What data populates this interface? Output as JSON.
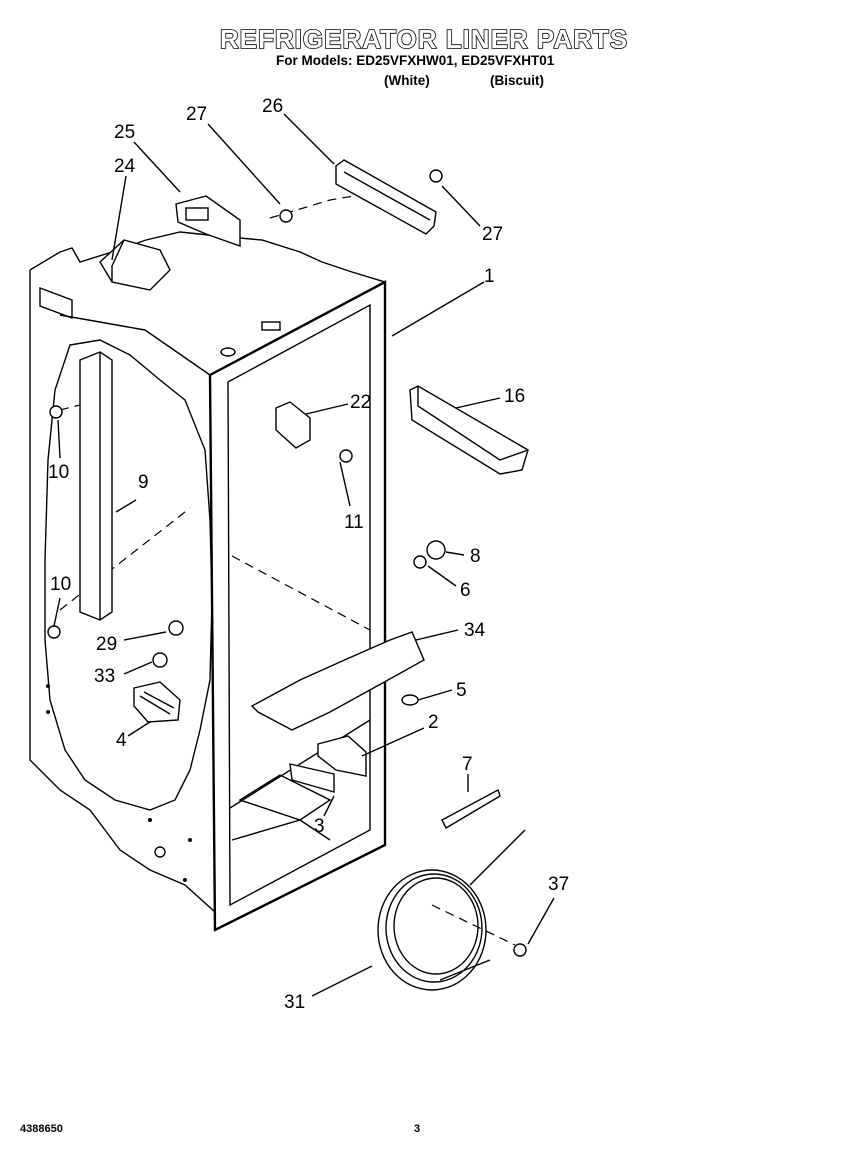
{
  "header": {
    "title": "REFRIGERATOR LINER PARTS",
    "models_line": "For Models: ED25VFXHW01, ED25VFXHT01",
    "variant_white": "(White)",
    "variant_biscuit": "(Biscuit)"
  },
  "parts": [
    {
      "id": "1",
      "label": "1"
    },
    {
      "id": "2",
      "label": "2"
    },
    {
      "id": "3",
      "label": "3"
    },
    {
      "id": "4",
      "label": "4"
    },
    {
      "id": "5",
      "label": "5"
    },
    {
      "id": "6",
      "label": "6"
    },
    {
      "id": "7",
      "label": "7"
    },
    {
      "id": "8",
      "label": "8"
    },
    {
      "id": "9",
      "label": "9"
    },
    {
      "id": "10a",
      "label": "10"
    },
    {
      "id": "10b",
      "label": "10"
    },
    {
      "id": "11",
      "label": "11"
    },
    {
      "id": "16",
      "label": "16"
    },
    {
      "id": "22",
      "label": "22"
    },
    {
      "id": "24",
      "label": "24"
    },
    {
      "id": "25",
      "label": "25"
    },
    {
      "id": "26",
      "label": "26"
    },
    {
      "id": "27a",
      "label": "27"
    },
    {
      "id": "27b",
      "label": "27"
    },
    {
      "id": "29",
      "label": "29"
    },
    {
      "id": "31",
      "label": "31"
    },
    {
      "id": "33",
      "label": "33"
    },
    {
      "id": "34",
      "label": "34"
    },
    {
      "id": "37",
      "label": "37"
    }
  ],
  "footer": {
    "doc_number": "4388650",
    "page_number": "3"
  }
}
